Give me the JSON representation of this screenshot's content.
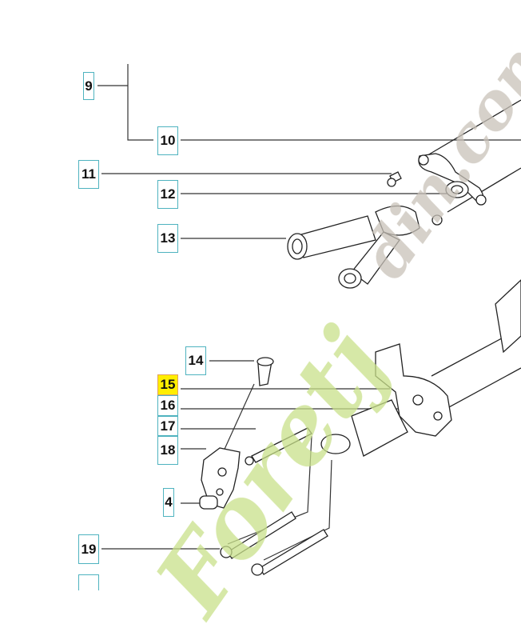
{
  "watermark": "foretjardin.com",
  "colors": {
    "label_border": "#4fb3bf",
    "highlight": "#ffee00",
    "watermark_green": "#c9e08a",
    "watermark_orange": "#f3b97a",
    "watermark_gray": "#c9c2b8"
  },
  "labels": [
    {
      "id": "9",
      "text": "9"
    },
    {
      "id": "10",
      "text": "10"
    },
    {
      "id": "11",
      "text": "11"
    },
    {
      "id": "12",
      "text": "12"
    },
    {
      "id": "13",
      "text": "13"
    },
    {
      "id": "14",
      "text": "14"
    },
    {
      "id": "15",
      "text": "15",
      "highlighted": true
    },
    {
      "id": "16",
      "text": "16"
    },
    {
      "id": "17",
      "text": "17"
    },
    {
      "id": "18",
      "text": "18"
    },
    {
      "id": "4",
      "text": "4"
    },
    {
      "id": "19",
      "text": "19"
    }
  ]
}
